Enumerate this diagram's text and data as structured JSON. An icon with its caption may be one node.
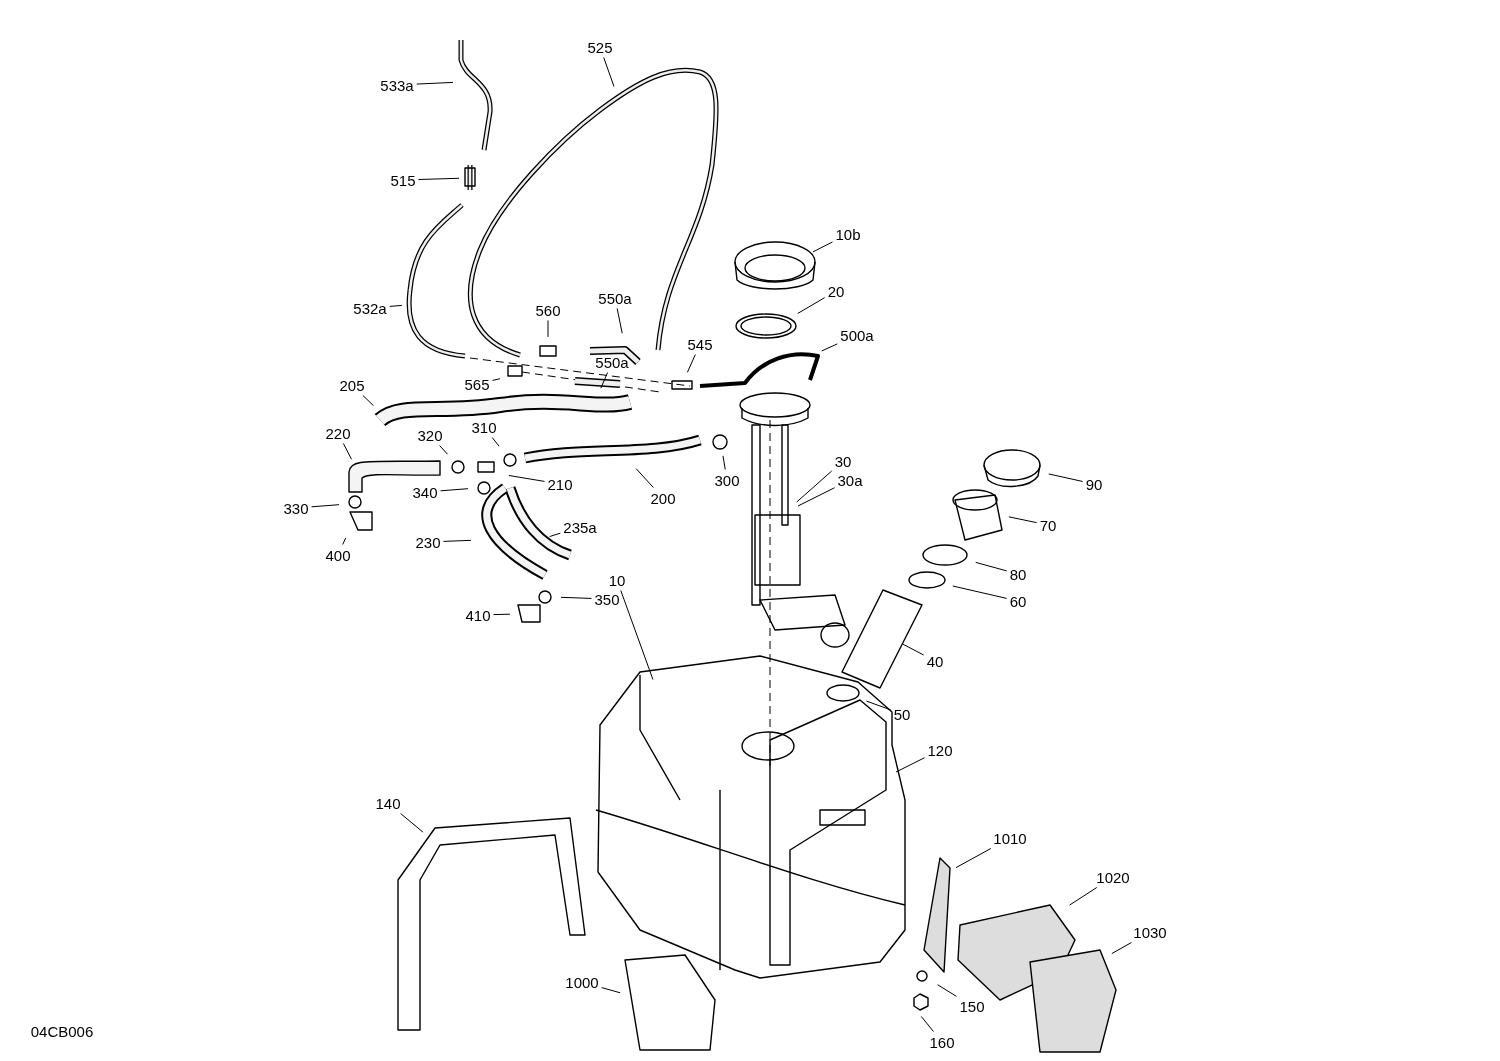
{
  "diagram": {
    "nodes": [
      {
        "text": [
          "525"
        ]
      },
      {
        "text": [
          "533a"
        ]
      },
      {
        "text": [
          "515"
        ]
      },
      {
        "text": [
          "10b"
        ]
      },
      {
        "text": [
          "20"
        ]
      },
      {
        "text": [
          "560"
        ]
      },
      {
        "text": [
          "550a"
        ]
      },
      {
        "text": [
          "532a"
        ]
      },
      {
        "text": [
          "500a"
        ]
      },
      {
        "text": [
          "545"
        ]
      },
      {
        "text": [
          "550a"
        ]
      },
      {
        "text": [
          "565"
        ]
      },
      {
        "text": [
          "205"
        ]
      },
      {
        "text": [
          "310"
        ]
      },
      {
        "text": [
          "220"
        ]
      },
      {
        "text": [
          "320"
        ]
      },
      {
        "text": [
          "30"
        ]
      },
      {
        "text": [
          "30a"
        ]
      },
      {
        "text": [
          "300"
        ]
      },
      {
        "text": [
          "90"
        ]
      },
      {
        "text": [
          "210"
        ]
      },
      {
        "text": [
          "340"
        ]
      },
      {
        "text": [
          "200"
        ]
      },
      {
        "text": [
          "330"
        ]
      },
      {
        "text": [
          "70"
        ]
      },
      {
        "text": [
          "235a"
        ]
      },
      {
        "text": [
          "230"
        ]
      },
      {
        "text": [
          "400"
        ]
      },
      {
        "text": [
          "80"
        ]
      },
      {
        "text": [
          "10"
        ]
      },
      {
        "text": [
          "350"
        ]
      },
      {
        "text": [
          "60"
        ]
      },
      {
        "text": [
          "410"
        ]
      },
      {
        "text": [
          "40"
        ]
      },
      {
        "text": [
          "50"
        ]
      },
      {
        "text": [
          "120"
        ]
      },
      {
        "text": [
          "140"
        ]
      },
      {
        "text": [
          "1010"
        ]
      },
      {
        "text": [
          "1020"
        ]
      },
      {
        "text": [
          "1030"
        ]
      },
      {
        "text": [
          "1000"
        ]
      },
      {
        "text": [
          "150"
        ]
      },
      {
        "text": [
          "160"
        ]
      }
    ],
    "edges": [
      {
        "from": 0,
        "to": null,
        "arrow": "none"
      },
      {
        "from": 1,
        "to": null,
        "arrow": "none"
      },
      {
        "from": 2,
        "to": null,
        "arrow": "none"
      },
      {
        "from": 3,
        "to": null,
        "arrow": "none"
      },
      {
        "from": 4,
        "to": null,
        "arrow": "none"
      },
      {
        "from": 5,
        "to": null,
        "arrow": "none"
      },
      {
        "from": 6,
        "to": null,
        "arrow": "none"
      },
      {
        "from": 7,
        "to": null,
        "arrow": "none"
      },
      {
        "from": 8,
        "to": null,
        "arrow": "none"
      },
      {
        "from": 9,
        "to": null,
        "arrow": "none"
      },
      {
        "from": 10,
        "to": null,
        "arrow": "none"
      },
      {
        "from": 11,
        "to": null,
        "arrow": "none"
      },
      {
        "from": 12,
        "to": null,
        "arrow": "none"
      },
      {
        "from": 13,
        "to": null,
        "arrow": "none"
      },
      {
        "from": 14,
        "to": null,
        "arrow": "none"
      },
      {
        "from": 15,
        "to": null,
        "arrow": "none"
      },
      {
        "from": 16,
        "to": null,
        "arrow": "none"
      },
      {
        "from": 17,
        "to": null,
        "arrow": "none"
      },
      {
        "from": 18,
        "to": null,
        "arrow": "none"
      },
      {
        "from": 19,
        "to": null,
        "arrow": "none"
      },
      {
        "from": 20,
        "to": null,
        "arrow": "none"
      },
      {
        "from": 21,
        "to": null,
        "arrow": "none"
      },
      {
        "from": 22,
        "to": null,
        "arrow": "none"
      },
      {
        "from": 23,
        "to": null,
        "arrow": "none"
      },
      {
        "from": 24,
        "to": null,
        "arrow": "none"
      },
      {
        "from": 25,
        "to": null,
        "arrow": "none"
      },
      {
        "from": 26,
        "to": null,
        "arrow": "none"
      },
      {
        "from": 27,
        "to": null,
        "arrow": "none"
      },
      {
        "from": 28,
        "to": null,
        "arrow": "none"
      },
      {
        "from": 29,
        "to": null,
        "arrow": "none"
      },
      {
        "from": 30,
        "to": null,
        "arrow": "none"
      },
      {
        "from": 31,
        "to": null,
        "arrow": "none"
      },
      {
        "from": 32,
        "to": null,
        "arrow": "none"
      },
      {
        "from": 33,
        "to": null,
        "arrow": "none"
      },
      {
        "from": 34,
        "to": null,
        "arrow": "none"
      },
      {
        "from": 35,
        "to": null,
        "arrow": "none"
      },
      {
        "from": 36,
        "to": null,
        "arrow": "none"
      },
      {
        "from": 37,
        "to": null,
        "arrow": "none"
      },
      {
        "from": 38,
        "to": null,
        "arrow": "none"
      },
      {
        "from": 39,
        "to": null,
        "arrow": "none"
      },
      {
        "from": 40,
        "to": null,
        "arrow": "none"
      },
      {
        "from": 41,
        "to": null,
        "arrow": "none"
      },
      {
        "from": 42,
        "to": null,
        "arrow": "none"
      }
    ],
    "labels": [
      "04CB006"
    ]
  }
}
